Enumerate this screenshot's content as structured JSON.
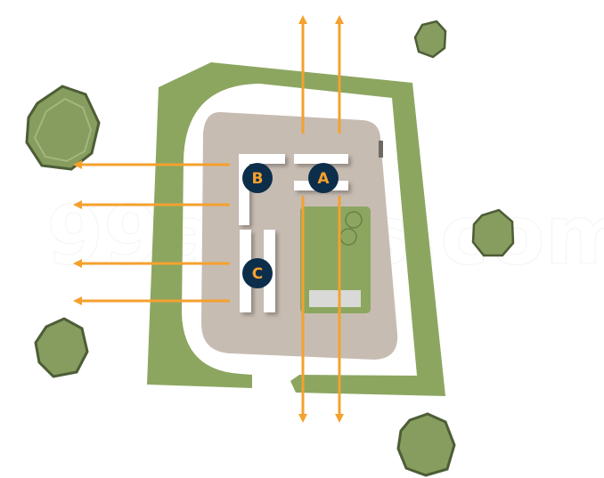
{
  "watermark": "99acres.com",
  "towers": [
    {
      "id": "tower-a",
      "label": "A"
    },
    {
      "id": "tower-b",
      "label": "B"
    },
    {
      "id": "tower-c",
      "label": "C"
    }
  ],
  "colors": {
    "green_belt": "#8ca660",
    "site_ground": "#c7bcb2",
    "lawn": "#8ca660",
    "arrow": "#f5a12e",
    "badge_fill": "#0d2e4a",
    "badge_text": "#f5a12e",
    "tree_fill": "#869d5f",
    "tree_outline": "#4d5d36",
    "building": "#ffffff"
  },
  "icons": [
    "tree-icon",
    "arrow-icon",
    "tower-badge"
  ]
}
